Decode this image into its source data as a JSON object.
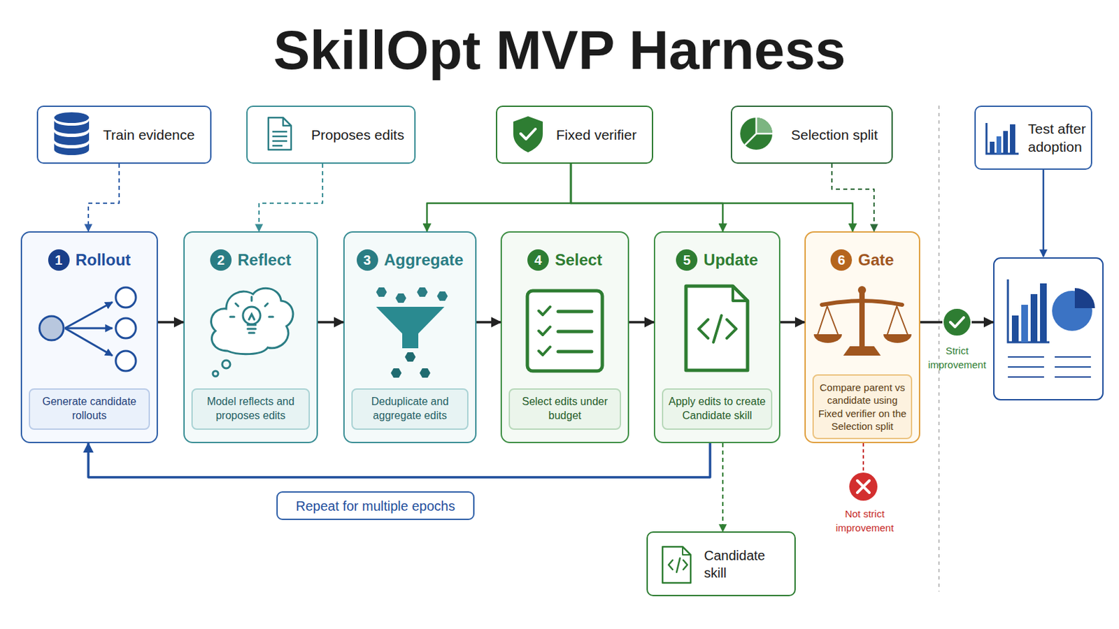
{
  "diagram": {
    "title": "SkillOpt MVP Harness",
    "nodes": [
      {
        "text": [
          "Train evidence"
        ]
      },
      {
        "text": [
          "Proposes edits"
        ]
      },
      {
        "text": [
          "Fixed verifier"
        ]
      },
      {
        "text": [
          "Selection split"
        ]
      },
      {
        "text": [
          "Test after adoption"
        ]
      },
      {
        "text": [
          "1",
          "Rollout"
        ]
      },
      {
        "text": [
          "Generate candidate rollouts"
        ],
        "in": 5
      },
      {
        "text": [
          "2",
          "Reflect"
        ]
      },
      {
        "text": [
          "Model reflects and proposes edits"
        ],
        "in": 7
      },
      {
        "text": [
          "3",
          "Aggregate"
        ]
      },
      {
        "text": [
          "Deduplicate and aggregate edits"
        ],
        "in": 9
      },
      {
        "text": [
          "4",
          "Select"
        ]
      },
      {
        "text": [
          "Select edits under budget"
        ],
        "in": 11
      },
      {
        "text": [
          "5",
          "Update"
        ]
      },
      {
        "text": [
          "Apply edits to create Candidate skill"
        ],
        "in": 13
      },
      {
        "text": [
          "6",
          "Gate"
        ]
      },
      {
        "text": [
          "Compare parent vs candidate using Fixed verifier on the Selection split"
        ],
        "in": 15
      },
      {
        "text": [
          "Repeat for multiple epochs"
        ]
      },
      {
        "text": [
          "Candidate skill"
        ]
      }
    ],
    "edges": [
      {
        "from": 0,
        "to": 5,
        "arrow": "to"
      },
      {
        "from": 1,
        "to": 7,
        "arrow": "to"
      },
      {
        "from": 2,
        "to": 9,
        "arrow": "to"
      },
      {
        "from": 2,
        "to": 13,
        "arrow": "to"
      },
      {
        "from": 2,
        "to": 15,
        "arrow": "to"
      },
      {
        "from": 3,
        "to": 15,
        "arrow": "to"
      },
      {
        "from": 5,
        "to": 7,
        "arrow": "to"
      },
      {
        "from": 7,
        "to": 9,
        "arrow": "to"
      },
      {
        "from": 9,
        "to": 11,
        "arrow": "to"
      },
      {
        "from": 11,
        "to": 13,
        "arrow": "to"
      },
      {
        "from": 13,
        "to": 15,
        "arrow": "to"
      },
      {
        "from": 13,
        "to": 5,
        "arrow": "to"
      },
      {
        "from": 13,
        "to": 18,
        "arrow": "to"
      }
    ],
    "labels": [
      "Strict improvement",
      "Not strict improvement"
    ]
  }
}
